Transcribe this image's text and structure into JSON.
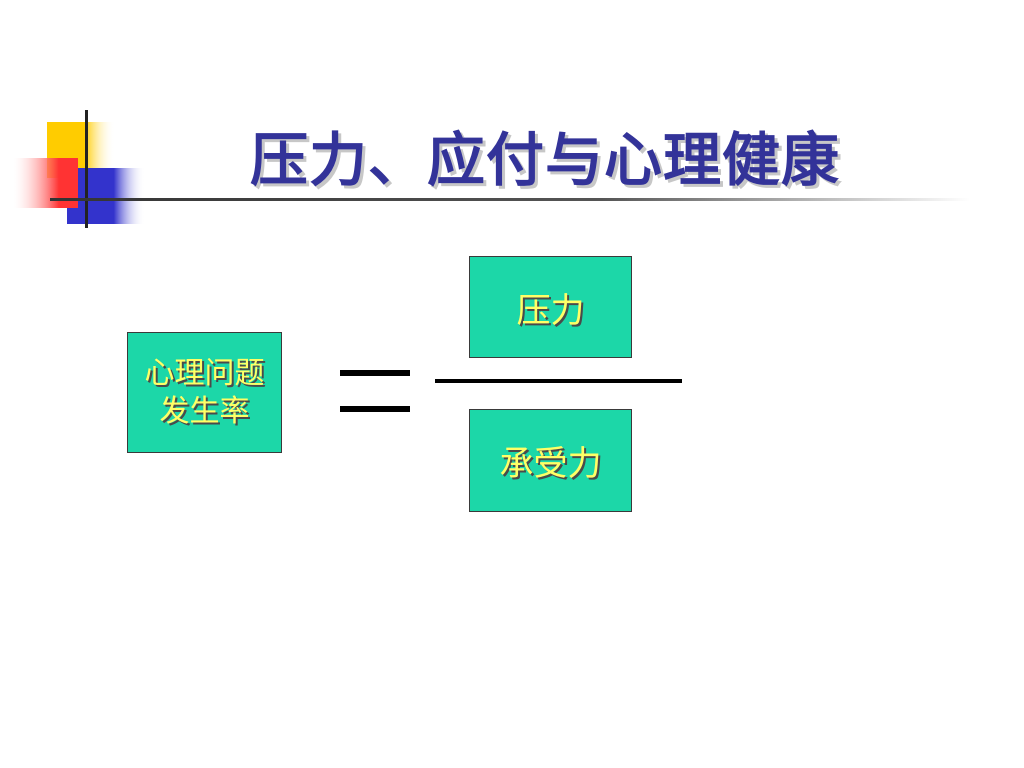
{
  "slide": {
    "title": "压力、应付与心理健康"
  },
  "formula": {
    "left_lines": [
      "心理问题",
      "发生率"
    ],
    "operator": "=",
    "numerator": "压力",
    "denominator": "承受力"
  },
  "colors": {
    "title": "#333399",
    "box_fill": "#1cd7a8",
    "box_text": "#ffff66",
    "deco_yellow": "#ffcc00",
    "deco_red": "#ff3333",
    "deco_blue": "#3333cc"
  }
}
